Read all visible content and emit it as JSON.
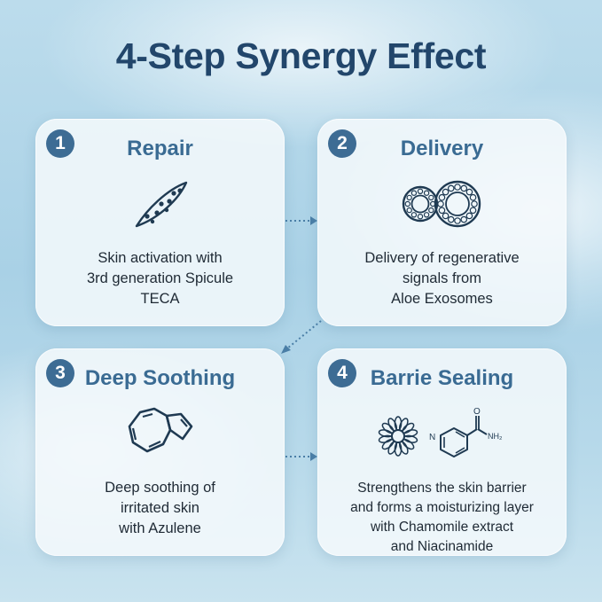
{
  "title": "4-Step Synergy Effect",
  "steps": [
    {
      "number": "1",
      "heading": "Repair",
      "icon": "spicule-icon",
      "lines": [
        "Skin activation with",
        "3rd generation Spicule",
        "TECA"
      ]
    },
    {
      "number": "2",
      "heading": "Delivery",
      "icon": "exosome-icon",
      "lines": [
        "Delivery of regenerative",
        "signals from",
        "Aloe Exosomes"
      ]
    },
    {
      "number": "3",
      "heading": "Deep Soothing",
      "icon": "azulene-molecule-icon",
      "lines": [
        "Deep soothing of",
        "irritated skin",
        "with Azulene"
      ]
    },
    {
      "number": "4",
      "heading": "Barrie Sealing",
      "icon": "chamomile-niacinamide-icon",
      "lines": [
        "Strengthens the skin barrier",
        "and forms a moisturizing layer",
        "with Chamomile extract",
        "and Niacinamide"
      ]
    }
  ],
  "molecule_labels": {
    "nitrogen": "N",
    "oxygen": "O",
    "amine": "NH₂"
  },
  "colors": {
    "title": "#22466b",
    "heading": "#3a6b93",
    "badge": "#3d6c94",
    "icon_stroke": "#1f3a52",
    "arrow": "#4a7ea6"
  }
}
